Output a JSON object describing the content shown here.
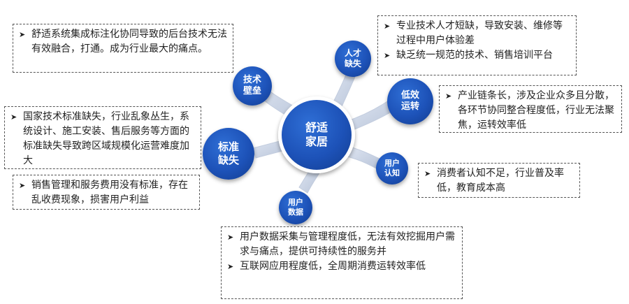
{
  "center": {
    "label": "舒适\n家居"
  },
  "nodes": {
    "tech": "技术\n壁垒",
    "talent": "人才\n缺失",
    "efficiency": "低效\n运转",
    "awareness": "用户\n认知",
    "data": "用户\n数据",
    "standard": "标准\n缺失"
  },
  "bullet_glyph": "➤",
  "boxes": {
    "tech": [
      "舒适系统集成标注化协同导致的后台技术无法有效融合，打通。成为行业最大的痛点。"
    ],
    "talent": [
      "专业技术人才短缺，导致安装、维修等过程中用户体验差",
      "缺乏统一规范的技术、销售培训平台"
    ],
    "efficiency": [
      "产业链条长，涉及企业众多且分散，各环节协同整合程度低，行业无法聚焦，运转效率低"
    ],
    "awareness": [
      "消费者认知不足，行业普及率低，教育成本高"
    ],
    "data": [
      "用户数据采集与管理程度低，无法有效挖掘用户需求与痛点，提供可持续性的服务并",
      "互联网应用程度低，全周期消费运转效率低"
    ],
    "standard_a": [
      "国家技术标准缺失，行业乱象丛生，系统设计、施工安装、售后服务等方面的标准缺失导致跨区域规模化运营难度加大"
    ],
    "standard_b": [
      "销售管理和服务费用没有标准，存在乱收费现象，损害用户利益"
    ]
  }
}
